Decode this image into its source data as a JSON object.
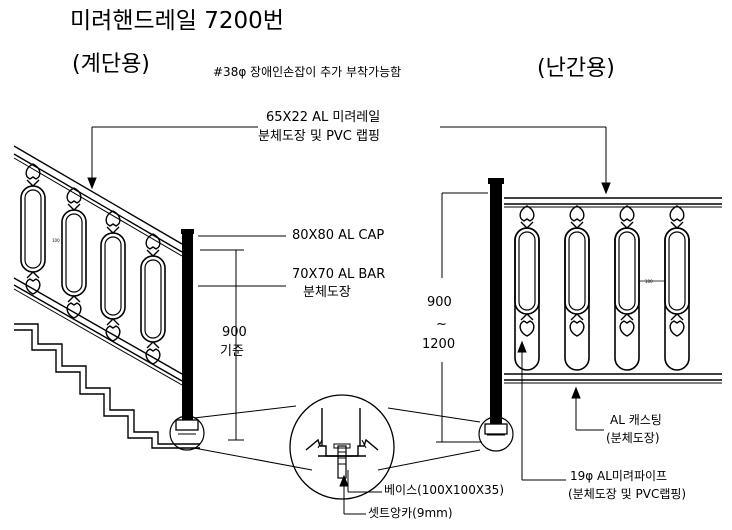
{
  "title": "미려핸드레일 7200번",
  "stair_label": "(계단용)",
  "rail_label": "(난간용)",
  "option_note": "#38φ 장애인손잡이 추가 부착가능함",
  "labels": {
    "handrail_line1": "65X22 AL 미려레일",
    "handrail_line2": "분체도장 및 PVC 랩핑",
    "cap": "80X80 AL CAP",
    "bar_line1": "70X70 AL BAR",
    "bar_line2": "분체도장",
    "height_stair_value": "900",
    "height_stair_sub": "기준",
    "height_rail_top": "900",
    "height_rail_tilde": "~",
    "height_rail_bottom": "1200",
    "casting_line1": "AL 캐스팅",
    "casting_line2": "(분체도장)",
    "pipe_line1": "19φ AL미려파이프",
    "pipe_line2": "(분체도장 및 PVC랩핑)",
    "base": "베이스(100X100X35)",
    "anchor": "셋트앙카(9mm)",
    "spacing_mark": "100"
  }
}
